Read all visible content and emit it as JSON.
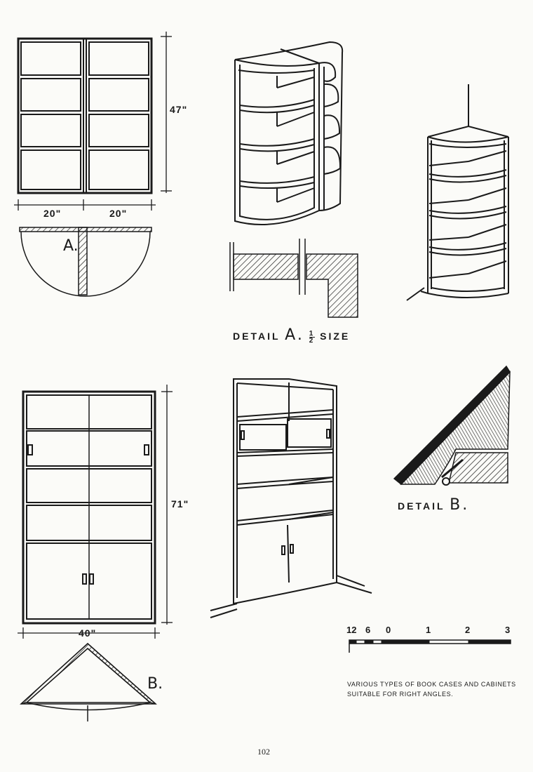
{
  "labels": {
    "dim_47": "47\"",
    "dim_20_left": "20\"",
    "dim_20_right": "20\"",
    "label_a": "A.",
    "detail_a_word": "DETAIL",
    "detail_a_letter": "A.",
    "detail_a_frac_num": "1",
    "detail_a_frac_den": "2",
    "detail_a_size": "SIZE",
    "dim_71": "71\"",
    "dim_40": "40\"",
    "label_b": "B.",
    "detail_b_word": "DETAIL",
    "detail_b_letter": "B."
  },
  "scale": {
    "ticks": [
      "12",
      "6",
      "0",
      "1",
      "2",
      "3"
    ]
  },
  "caption": {
    "line1": "VARIOUS TYPES OF BOOK CASES AND CABINETS",
    "line2": "SUITABLE FOR RIGHT ANGLES."
  },
  "page_number": "102"
}
